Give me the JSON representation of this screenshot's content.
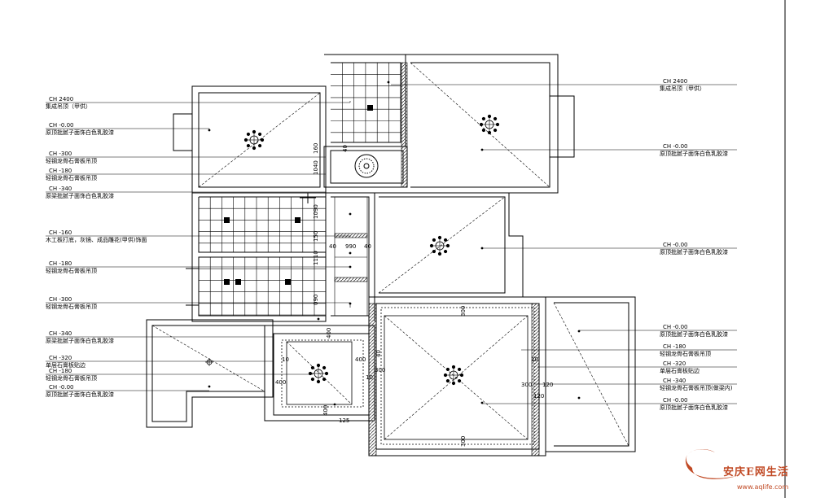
{
  "left_labels": [
    {
      "code": "CH 2400",
      "text": "集成吊顶（甲供）"
    },
    {
      "code": "CH -0.00",
      "text": "原顶批腻子面饰白色乳胶漆"
    },
    {
      "code": "CH -300",
      "text": "轻钢龙骨石膏板吊顶"
    },
    {
      "code": "CH -180",
      "text": "轻钢龙骨石膏板吊顶"
    },
    {
      "code": "CH -340",
      "text": "原梁批腻子面饰白色乳胶漆"
    },
    {
      "code": "CH -160",
      "text": "木工板打底，灰镜、成品雕花(甲供)饰面"
    },
    {
      "code": "CH -180",
      "text": "轻钢龙骨石膏板吊顶"
    },
    {
      "code": "CH -300",
      "text": "轻钢龙骨石膏板吊顶"
    },
    {
      "code": "CH -340",
      "text": "原梁批腻子面饰白色乳胶漆"
    },
    {
      "code": "CH -320",
      "text": "单层石膏板贴边"
    },
    {
      "code": "CH -180",
      "text": "轻钢龙骨石膏板吊顶"
    },
    {
      "code": "CH -0.00",
      "text": "原顶批腻子面饰白色乳胶漆"
    }
  ],
  "right_labels": [
    {
      "code": "CH 2400",
      "text": "集成吊顶（甲供）"
    },
    {
      "code": "CH -0.00",
      "text": "原顶批腻子面饰白色乳胶漆"
    },
    {
      "code": "CH -0.00",
      "text": "原顶批腻子面饰白色乳胶漆"
    },
    {
      "code": "CH -0.00",
      "text": "原顶批腻子面饰白色乳胶漆"
    },
    {
      "code": "CH -180",
      "text": "轻钢龙骨石膏板吊顶"
    },
    {
      "code": "CH -320",
      "text": "单层石膏板贴边"
    },
    {
      "code": "CH -340",
      "text": "轻钢龙骨石膏板吊顶(做梁内)"
    },
    {
      "code": "CH -0.00",
      "text": "原顶批腻子面饰白色乳胶漆"
    }
  ],
  "dimensions": {
    "d990": "990",
    "d40a": "40",
    "d40b": "40",
    "d40c": "40",
    "d160": "160",
    "d1040": "1040",
    "d1090": "1090",
    "d150": "150",
    "d1110": "1110",
    "d090": "090",
    "d400a": "400",
    "d400b": "400",
    "d400c": "400",
    "d400d": "400",
    "d10a": "10",
    "d10b": "10",
    "d10c": "10",
    "d300a": "300",
    "d300b": "300",
    "d300c": "300",
    "d300d": "300",
    "d120a": "120",
    "d120b": "120",
    "d125": "125",
    "d40d": "40"
  },
  "watermark": {
    "text": "安庆E网生活",
    "url": "www.aqlife.com"
  },
  "colors": {
    "line": "#000000",
    "hatch": "#555555",
    "watermark": "#c14a25"
  }
}
